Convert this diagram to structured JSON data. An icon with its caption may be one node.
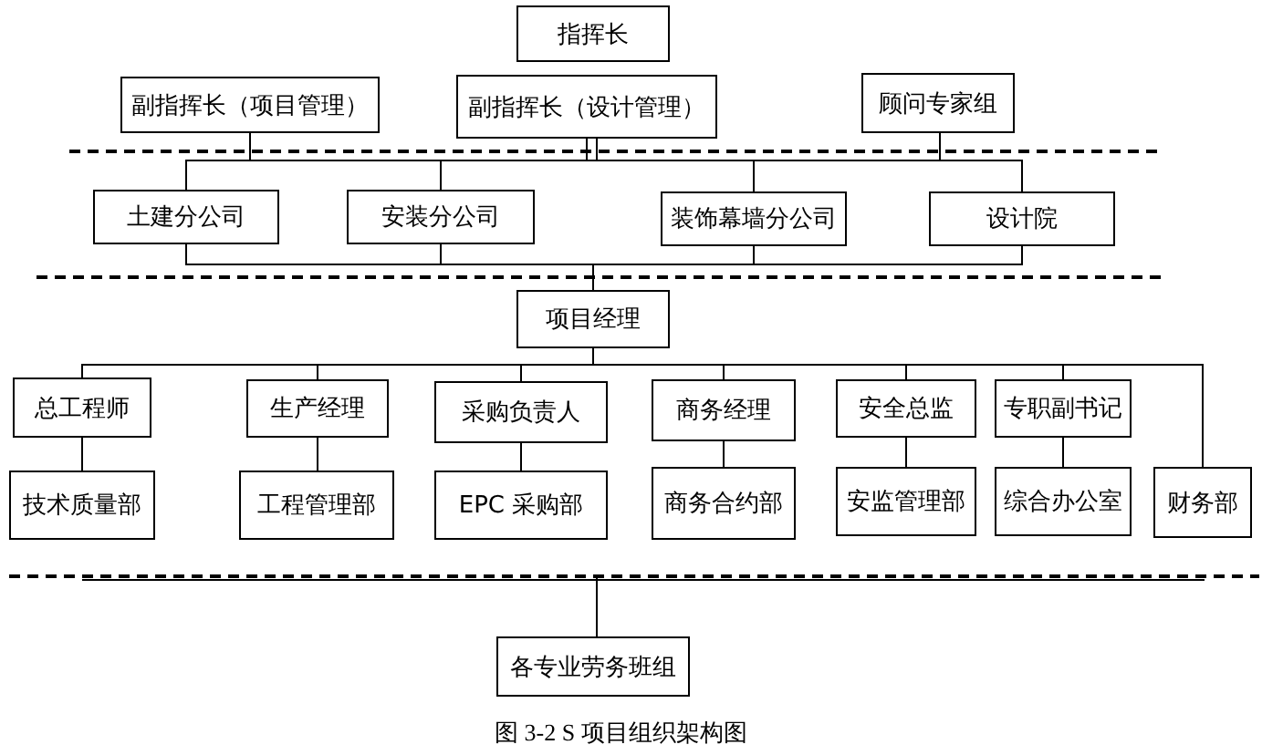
{
  "diagram": {
    "caption": "图 3-2 S 项目组织架构图",
    "nodes": [
      {
        "text": [
          "指挥长"
        ]
      },
      {
        "text": [
          "副指挥长（项目管理）"
        ]
      },
      {
        "text": [
          "副指挥长（设计管理）"
        ]
      },
      {
        "text": [
          "顾问专家组"
        ]
      },
      {
        "text": [
          "土建分公司"
        ]
      },
      {
        "text": [
          "安装分公司"
        ]
      },
      {
        "text": [
          "装饰幕墙分公司"
        ]
      },
      {
        "text": [
          "设计院"
        ]
      },
      {
        "text": [
          "项目经理"
        ]
      },
      {
        "text": [
          "总工程师"
        ]
      },
      {
        "text": [
          "技术质量部"
        ]
      },
      {
        "text": [
          "生产经理"
        ]
      },
      {
        "text": [
          "工程管理部"
        ]
      },
      {
        "text": [
          "采购负责人"
        ]
      },
      {
        "text": [
          "EPC 采购部"
        ]
      },
      {
        "text": [
          "商务经理"
        ]
      },
      {
        "text": [
          "商务合约部"
        ]
      },
      {
        "text": [
          "安全总监"
        ]
      },
      {
        "text": [
          "安监管理部"
        ]
      },
      {
        "text": [
          "专职副书记"
        ]
      },
      {
        "text": [
          "综合办公室"
        ]
      },
      {
        "text": [
          "财务部"
        ]
      },
      {
        "text": [
          "各专业劳务班组"
        ]
      }
    ],
    "edges": [
      {
        "from": 1,
        "to": 2,
        "arrow": "none"
      },
      {
        "from": 2,
        "to": 4,
        "arrow": "none"
      },
      {
        "from": 2,
        "to": 5,
        "arrow": "none"
      },
      {
        "from": 2,
        "to": 6,
        "arrow": "none"
      },
      {
        "from": 2,
        "to": 7,
        "arrow": "none"
      },
      {
        "from": 3,
        "to": 7,
        "arrow": "none"
      },
      {
        "from": 4,
        "to": 8,
        "arrow": "none"
      },
      {
        "from": 5,
        "to": 8,
        "arrow": "none"
      },
      {
        "from": 6,
        "to": 8,
        "arrow": "none"
      },
      {
        "from": 7,
        "to": 8,
        "arrow": "none"
      },
      {
        "from": 8,
        "to": 9,
        "arrow": "none"
      },
      {
        "from": 8,
        "to": 11,
        "arrow": "none"
      },
      {
        "from": 8,
        "to": 13,
        "arrow": "none"
      },
      {
        "from": 8,
        "to": 15,
        "arrow": "none"
      },
      {
        "from": 8,
        "to": 17,
        "arrow": "none"
      },
      {
        "from": 8,
        "to": 19,
        "arrow": "none"
      },
      {
        "from": 8,
        "to": 21,
        "arrow": "none"
      },
      {
        "from": 9,
        "to": 10,
        "arrow": "none"
      },
      {
        "from": 11,
        "to": 12,
        "arrow": "none"
      },
      {
        "from": 13,
        "to": 14,
        "arrow": "none"
      },
      {
        "from": 15,
        "to": 16,
        "arrow": "none"
      },
      {
        "from": 17,
        "to": 18,
        "arrow": "none"
      },
      {
        "from": 19,
        "to": 20,
        "arrow": "none"
      },
      {
        "from": null,
        "to": 22,
        "arrow": "none"
      }
    ]
  }
}
